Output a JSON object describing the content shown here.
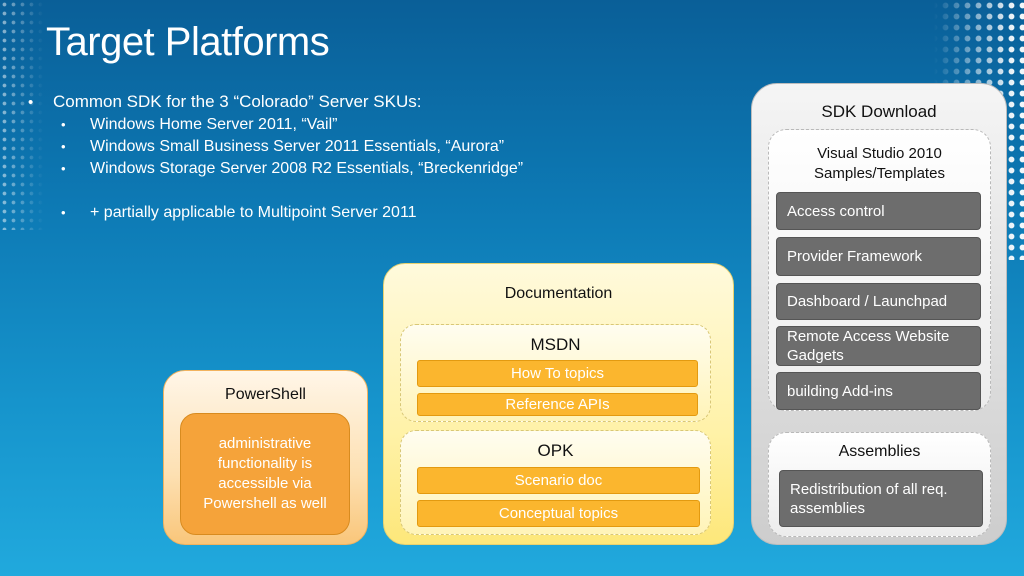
{
  "slide": {
    "title": "Target Platforms"
  },
  "bullets": {
    "main": "Common SDK for the 3 “Colorado” Server SKUs:",
    "sub": [
      "Windows Home Server 2011, “Vail”",
      "Windows Small Business Server 2011 Essentials, “Aurora”",
      "Windows Storage Server 2008 R2 Essentials, “Breckenridge”"
    ],
    "extra": "+ partially applicable to Multipoint Server 2011",
    "marker": "•"
  },
  "powershell": {
    "label": "PowerShell",
    "text": "administrative functionality is accessible via Powershell as well"
  },
  "documentation": {
    "label": "Documentation",
    "msdn": {
      "label": "MSDN",
      "items": [
        "How To topics",
        "Reference APIs"
      ]
    },
    "opk": {
      "label": "OPK",
      "items": [
        "Scenario doc",
        "Conceptual topics"
      ]
    }
  },
  "sdk": {
    "label": "SDK Download",
    "vs_title": "Visual Studio 2010 Samples/Templates",
    "items": [
      "Access control",
      "Provider Framework",
      "Dashboard / Launchpad",
      "Remote Access Website Gadgets",
      "building Add-ins"
    ],
    "assemblies": {
      "label": "Assemblies",
      "text": "Redistribution of all req. assemblies"
    }
  },
  "colors": {
    "background": "#0d79b4",
    "powershell_accent": "#f5a33a",
    "doc_bar": "#fbb62e",
    "sdk_bar": "#6d6d6d"
  }
}
